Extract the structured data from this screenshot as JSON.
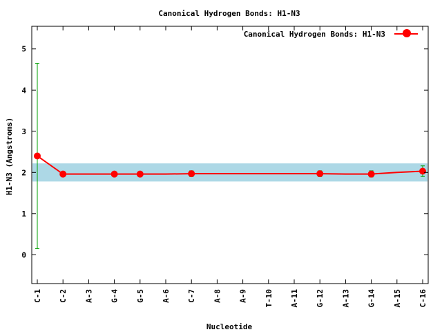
{
  "chart_data": {
    "type": "line",
    "title": "Canonical Hydrogen Bonds: H1-N3",
    "xlabel": "Nucleotide",
    "ylabel": "H1-N3 (Angstroms)",
    "ylim": [
      -0.7,
      5.55
    ],
    "yticks": [
      0,
      1,
      2,
      3,
      4,
      5
    ],
    "categories": [
      "C-1",
      "C-2",
      "A-3",
      "G-4",
      "G-5",
      "A-6",
      "C-7",
      "A-8",
      "A-9",
      "T-10",
      "A-11",
      "G-12",
      "A-13",
      "G-14",
      "A-15",
      "C-16"
    ],
    "band": {
      "low": 1.78,
      "high": 2.22,
      "color": "#add8e6"
    },
    "legend": {
      "position": "top-right"
    },
    "grid": false,
    "series": [
      {
        "name": "Canonical Hydrogen Bonds: H1-N3",
        "color": "#ff0000",
        "error_color": "#00a000",
        "line": [
          2.4,
          1.96,
          1.96,
          1.96,
          1.96,
          1.96,
          1.97,
          1.97,
          1.97,
          1.97,
          1.97,
          1.97,
          1.96,
          1.96,
          2.0,
          2.03
        ],
        "markers": [
          {
            "x": "C-1",
            "y": 2.4,
            "err_low": 0.15,
            "err_high": 4.65
          },
          {
            "x": "C-2",
            "y": 1.96,
            "err_low": 1.91,
            "err_high": 2.01
          },
          {
            "x": "G-4",
            "y": 1.96,
            "err_low": 1.91,
            "err_high": 2.01
          },
          {
            "x": "G-5",
            "y": 1.96,
            "err_low": 1.91,
            "err_high": 2.01
          },
          {
            "x": "C-7",
            "y": 1.97,
            "err_low": 1.9,
            "err_high": 2.04
          },
          {
            "x": "G-12",
            "y": 1.97,
            "err_low": 1.9,
            "err_high": 2.04
          },
          {
            "x": "G-14",
            "y": 1.96,
            "err_low": 1.89,
            "err_high": 2.04
          },
          {
            "x": "C-16",
            "y": 2.03,
            "err_low": 1.9,
            "err_high": 2.16
          }
        ]
      }
    ]
  }
}
